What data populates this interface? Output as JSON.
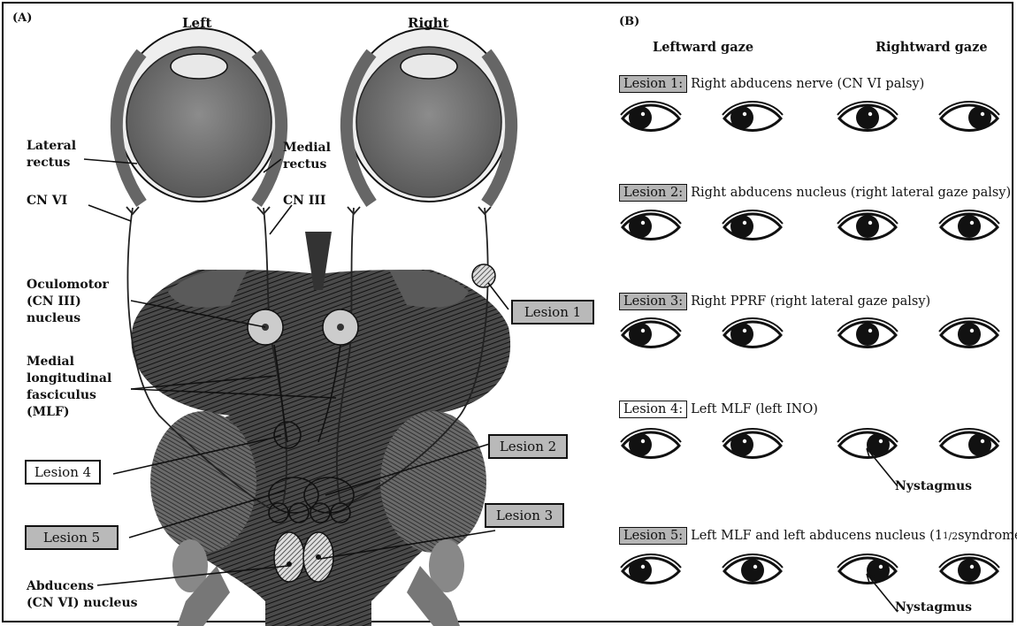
{
  "panel_a": {
    "label": "(A)",
    "left": "Left",
    "right": "Right",
    "lateral_rectus": [
      "Lateral",
      "rectus"
    ],
    "medial_rectus": [
      "Medial",
      "rectus"
    ],
    "cn6": "CN VI",
    "cn3": "CN III",
    "oculomotor": [
      "Oculomotor",
      "(CN III)",
      "nucleus"
    ],
    "mlf": [
      "Medial",
      "longitudinal",
      "fasciculus",
      "(MLF)"
    ],
    "abducens": [
      "Abducens",
      "(CN VI) nucleus"
    ],
    "lesions": [
      "Lesion 1",
      "Lesion 2",
      "Lesion 3",
      "Lesion 4",
      "Lesion 5"
    ]
  },
  "panel_b": {
    "label": "(B)",
    "leftward": "Leftward gaze",
    "rightward": "Rightward gaze",
    "rows": [
      {
        "lesion": "Lesion 1:",
        "desc": "Right abducens nerve (CN VI palsy)"
      },
      {
        "lesion": "Lesion 2:",
        "desc": "Right abducens nucleus (right lateral gaze palsy)"
      },
      {
        "lesion": "Lesion 3:",
        "desc": "Right PPRF (right lateral gaze palsy)"
      },
      {
        "lesion": "Lesion 4:",
        "desc": "Left MLF (left INO)"
      },
      {
        "lesion": "Lesion 5:",
        "desc": "Left MLF and left abducens nucleus (1",
        "sup": "1",
        "frac": "/2",
        "tail": " syndrome)"
      }
    ],
    "nystagmus": "Nystagmus"
  },
  "colors": {
    "lesion_fill": "#b9b9b9",
    "eyeball": "#7a7a7a",
    "brainstem": "#3a3a3a"
  }
}
